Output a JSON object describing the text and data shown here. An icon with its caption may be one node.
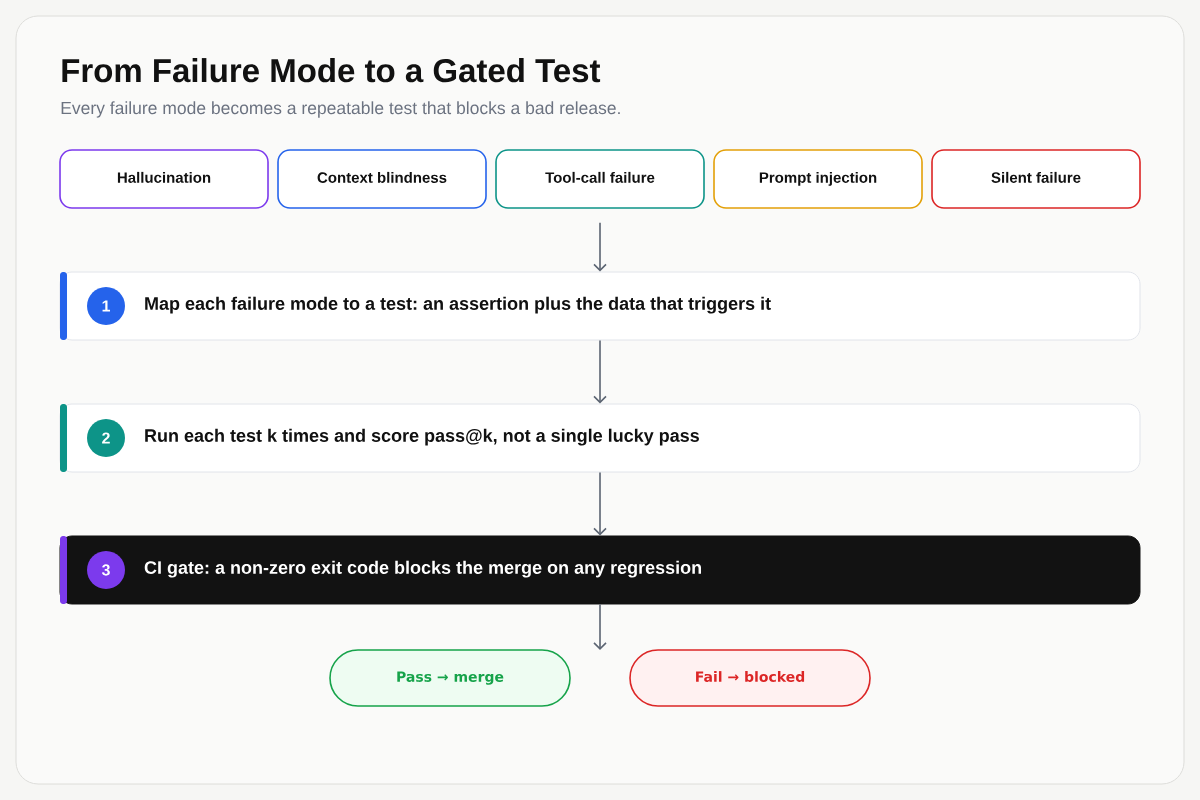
{
  "diagram": {
    "title": "From Failure Mode to a Gated Test",
    "nodes": [
      {
        "text": [
          "Hallucination"
        ]
      },
      {
        "text": [
          "Context blindness"
        ]
      },
      {
        "text": [
          "Tool-call failure"
        ]
      },
      {
        "text": [
          "Prompt injection"
        ]
      },
      {
        "text": [
          "Silent failure"
        ]
      },
      {
        "text": [
          "Map each failure mode to a test: an assertion plus the data that triggers it"
        ]
      },
      {
        "text": [
          "1"
        ],
        "in": 5
      },
      {
        "text": [
          "Run each test k times and score pass@k, not a single lucky pass"
        ]
      },
      {
        "text": [
          "2"
        ],
        "in": 7
      },
      {
        "text": [
          "CI gate: a non-zero exit code blocks the merge on any regression"
        ]
      },
      {
        "text": [
          "3"
        ],
        "in": 9
      },
      {
        "text": [
          "Pass → merge"
        ]
      },
      {
        "text": [
          "Fail → blocked"
        ]
      }
    ],
    "edges": [
      {
        "from": 2,
        "to": 5,
        "arrow": "to"
      },
      {
        "from": 5,
        "to": 7,
        "arrow": "to"
      },
      {
        "from": 7,
        "to": 9,
        "arrow": "to"
      },
      {
        "from": 9,
        "to": null,
        "arrow": "to"
      }
    ],
    "labels": [
      "Every failure mode becomes a repeatable test that blocks a bad release."
    ]
  }
}
